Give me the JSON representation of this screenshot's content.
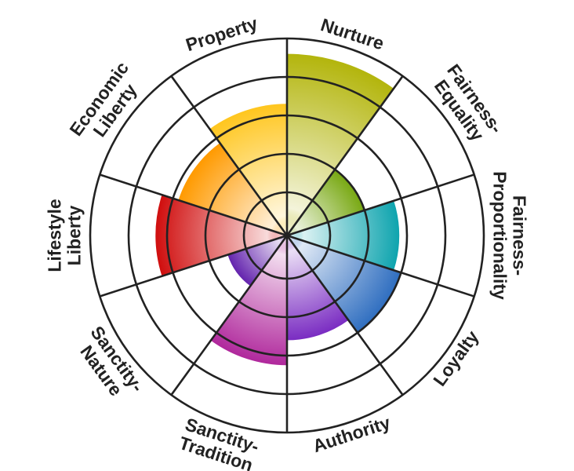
{
  "chart_data": {
    "type": "polar-area",
    "title": "",
    "scale": [
      0,
      5
    ],
    "rings": 5,
    "categories": [
      {
        "name": "Nurture",
        "lines": [
          "Nurture"
        ],
        "value": 4.6,
        "color": "#b3b50c"
      },
      {
        "name": "Fairness-Equality",
        "lines": [
          "Fairness-",
          "Equality"
        ],
        "value": 2.0,
        "color": "#78a812"
      },
      {
        "name": "Fairness-Proportionality",
        "lines": [
          "Fairness-",
          "Proportionality"
        ],
        "value": 2.8,
        "color": "#0ea4ae"
      },
      {
        "name": "Loyalty",
        "lines": [
          "Loyalty"
        ],
        "value": 3.0,
        "color": "#2f6ec0"
      },
      {
        "name": "Authority",
        "lines": [
          "Authority"
        ],
        "value": 2.6,
        "color": "#7a2cc2"
      },
      {
        "name": "Sanctity-Tradition",
        "lines": [
          "Sanctity-",
          "Tradition"
        ],
        "value": 3.25,
        "color": "#b0289c"
      },
      {
        "name": "Sanctity-Nature",
        "lines": [
          "Sanctity-",
          "Nature"
        ],
        "value": 1.5,
        "color": "#6424ae"
      },
      {
        "name": "Lifestyle Liberty",
        "lines": [
          "Lifestyle",
          "Liberty"
        ],
        "value": 3.3,
        "color": "#d00e0e"
      },
      {
        "name": "Economic Liberty",
        "lines": [
          "Economic",
          "Liberty"
        ],
        "value": 2.85,
        "color": "#ff9a00"
      },
      {
        "name": "Property",
        "lines": [
          "Property"
        ],
        "value": 3.3,
        "color": "#ffc61e"
      }
    ]
  }
}
